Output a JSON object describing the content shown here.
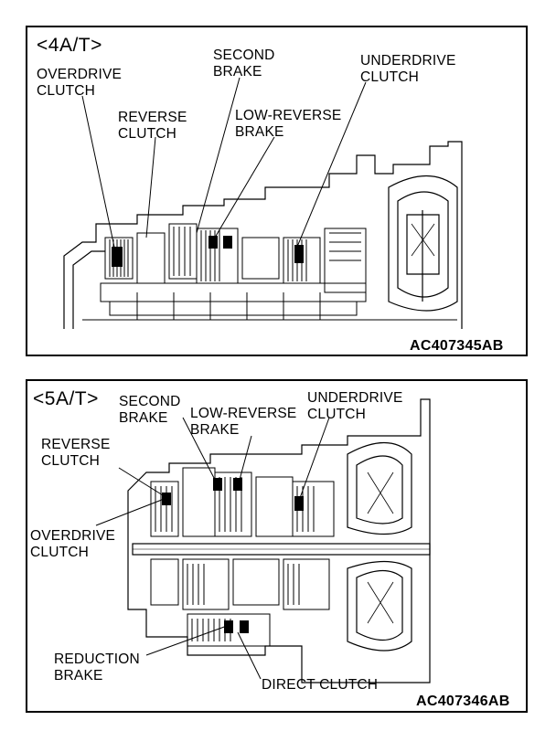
{
  "panels": [
    {
      "title": "<4A/T>",
      "figure_code": "AC407345AB",
      "labels": {
        "overdrive_clutch": "OVERDRIVE\nCLUTCH",
        "reverse_clutch": "REVERSE\nCLUTCH",
        "second_brake": "SECOND\nBRAKE",
        "low_reverse_brake": "LOW-REVERSE\nBRAKE",
        "underdrive_clutch": "UNDERDRIVE\nCLUTCH"
      }
    },
    {
      "title": "<5A/T>",
      "figure_code": "AC407346AB",
      "labels": {
        "second_brake": "SECOND\nBRAKE",
        "low_reverse_brake": "LOW-REVERSE\nBRAKE",
        "underdrive_clutch": "UNDERDRIVE\nCLUTCH",
        "reverse_clutch": "REVERSE\nCLUTCH",
        "overdrive_clutch": "OVERDRIVE\nCLUTCH",
        "reduction_brake": "REDUCTION\nBRAKE",
        "direct_clutch": "DIRECT CLUTCH"
      }
    }
  ]
}
